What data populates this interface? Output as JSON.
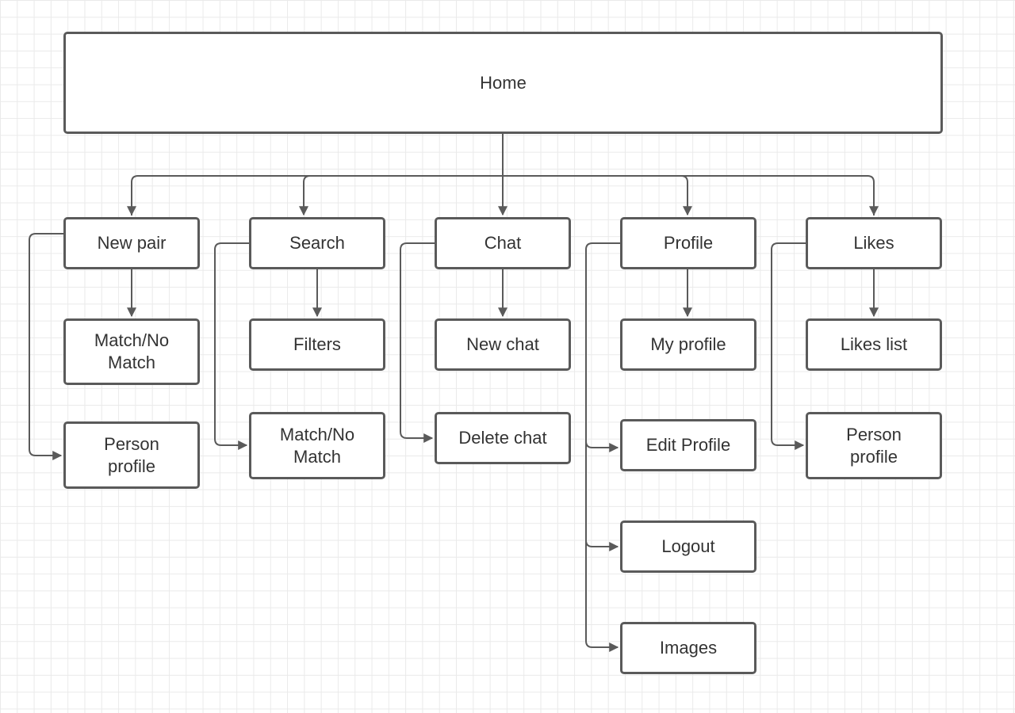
{
  "nodes": {
    "home": "Home",
    "new_pair": "New pair",
    "search": "Search",
    "chat": "Chat",
    "profile": "Profile",
    "likes": "Likes",
    "np_match": "Match/No\nMatch",
    "np_person_profile": "Person\nprofile",
    "s_filters": "Filters",
    "s_match": "Match/No\nMatch",
    "c_new_chat": "New chat",
    "c_delete_chat": "Delete chat",
    "p_my_profile": "My profile",
    "p_edit_profile": "Edit Profile",
    "p_logout": "Logout",
    "p_images": "Images",
    "l_likes_list": "Likes list",
    "l_person_profile": "Person\nprofile"
  },
  "edges": [
    [
      "home",
      "new_pair"
    ],
    [
      "home",
      "search"
    ],
    [
      "home",
      "chat"
    ],
    [
      "home",
      "profile"
    ],
    [
      "home",
      "likes"
    ],
    [
      "new_pair",
      "np_match"
    ],
    [
      "new_pair",
      "np_person_profile"
    ],
    [
      "search",
      "s_filters"
    ],
    [
      "search",
      "s_match"
    ],
    [
      "chat",
      "c_new_chat"
    ],
    [
      "chat",
      "c_delete_chat"
    ],
    [
      "profile",
      "p_my_profile"
    ],
    [
      "profile",
      "p_edit_profile"
    ],
    [
      "profile",
      "p_logout"
    ],
    [
      "profile",
      "p_images"
    ],
    [
      "likes",
      "l_likes_list"
    ],
    [
      "likes",
      "l_person_profile"
    ]
  ],
  "colors": {
    "line": "#5a5a5a",
    "text": "#333333"
  }
}
